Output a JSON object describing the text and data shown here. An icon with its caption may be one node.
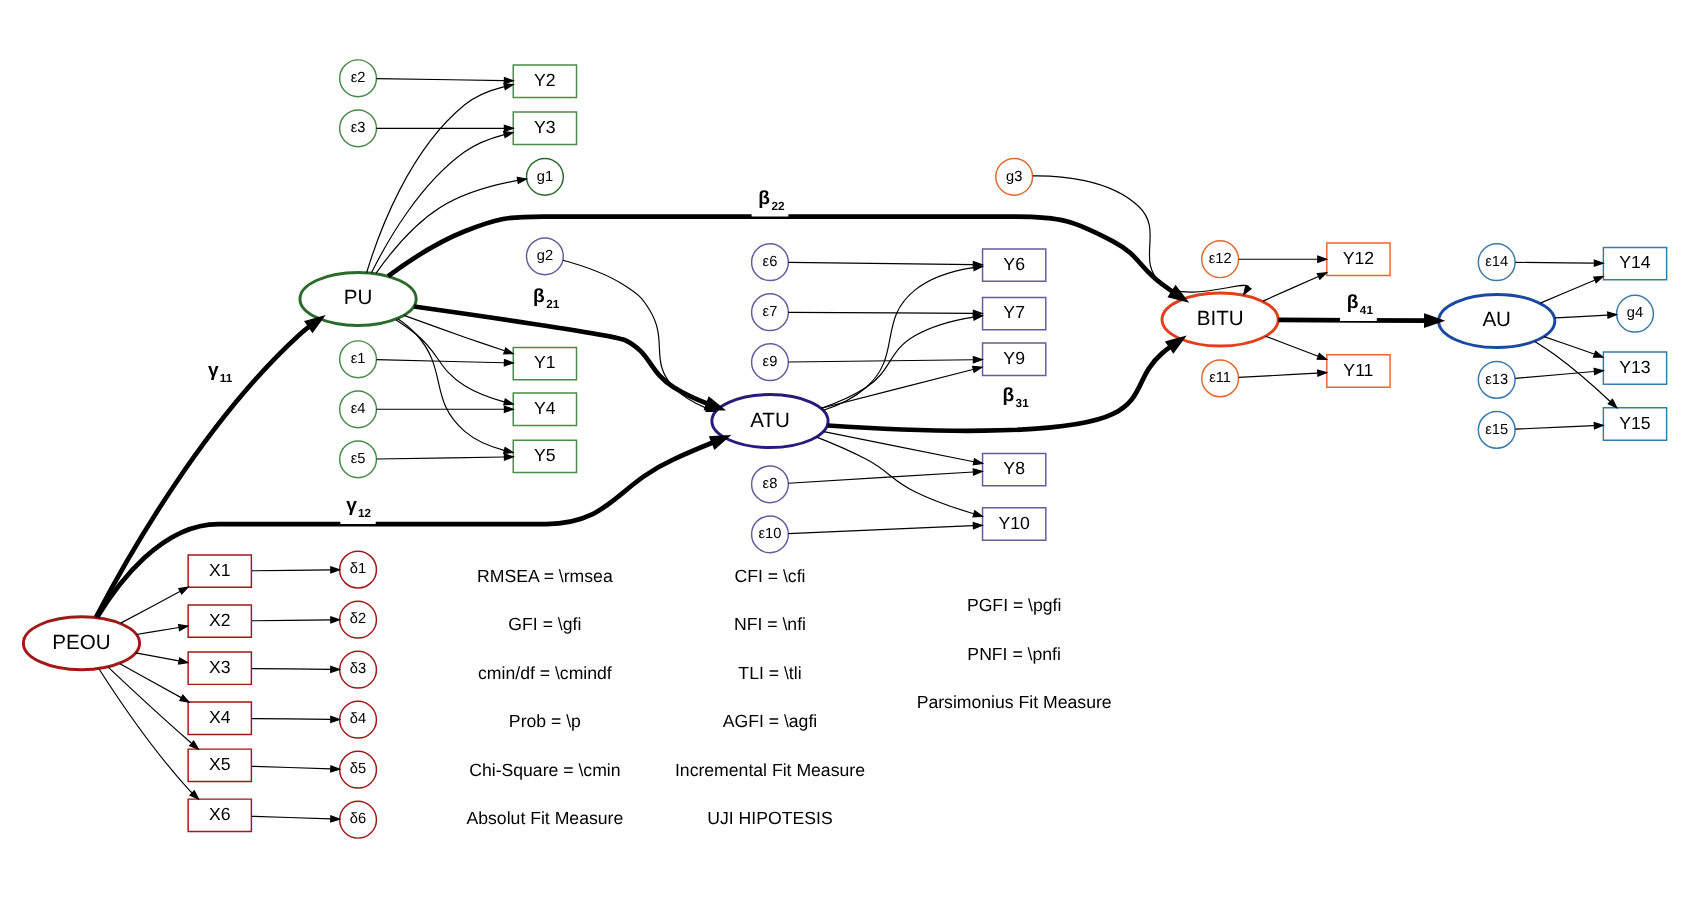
{
  "diagram": {
    "nodes": [
      {
        "text": [
          "ε1"
        ]
      },
      {
        "text": [
          "ε2"
        ]
      },
      {
        "text": [
          "ε3"
        ]
      },
      {
        "text": [
          "ε4"
        ]
      },
      {
        "text": [
          "ε5"
        ]
      },
      {
        "text": [
          "Y1"
        ]
      },
      {
        "text": [
          "Y2"
        ]
      },
      {
        "text": [
          "Y3"
        ]
      },
      {
        "text": [
          "Y4"
        ]
      },
      {
        "text": [
          "Y5"
        ]
      },
      {
        "text": [
          "g1"
        ]
      },
      {
        "text": [
          "PU"
        ]
      },
      {
        "text": [
          "ε11"
        ]
      },
      {
        "text": [
          "ε12"
        ]
      },
      {
        "text": [
          "Y11"
        ]
      },
      {
        "text": [
          "Y12"
        ]
      },
      {
        "text": [
          "g3"
        ]
      },
      {
        "text": [
          "BITU"
        ]
      },
      {
        "text": [
          "δ1"
        ]
      },
      {
        "text": [
          "δ2"
        ]
      },
      {
        "text": [
          "δ3"
        ]
      },
      {
        "text": [
          "δ4"
        ]
      },
      {
        "text": [
          "δ5"
        ]
      },
      {
        "text": [
          "δ6"
        ]
      },
      {
        "text": [
          "X1"
        ]
      },
      {
        "text": [
          "X2"
        ]
      },
      {
        "text": [
          "X3"
        ]
      },
      {
        "text": [
          "X4"
        ]
      },
      {
        "text": [
          "X5"
        ]
      },
      {
        "text": [
          "X6"
        ]
      },
      {
        "text": [
          "PEOU"
        ]
      },
      {
        "text": [
          "ATU"
        ]
      },
      {
        "text": [
          "g2"
        ]
      },
      {
        "text": [
          "Y6"
        ]
      },
      {
        "text": [
          "Y7"
        ]
      },
      {
        "text": [
          "Y8"
        ]
      },
      {
        "text": [
          "Y9"
        ]
      },
      {
        "text": [
          "Y10"
        ]
      },
      {
        "text": [
          "ε6"
        ]
      },
      {
        "text": [
          "ε7"
        ]
      },
      {
        "text": [
          "ε8"
        ]
      },
      {
        "text": [
          "ε9"
        ]
      },
      {
        "text": [
          "ε10"
        ]
      },
      {
        "text": [
          "AU"
        ]
      },
      {
        "text": [
          "g4"
        ]
      },
      {
        "text": [
          "Y13"
        ]
      },
      {
        "text": [
          "Y14"
        ]
      },
      {
        "text": [
          "Y15"
        ]
      },
      {
        "text": [
          "ε13"
        ]
      },
      {
        "text": [
          "ε14"
        ]
      },
      {
        "text": [
          "ε15"
        ]
      }
    ],
    "edges": [
      {
        "from": 0,
        "to": 5,
        "arrow": "to"
      },
      {
        "from": 1,
        "to": 6,
        "arrow": "to"
      },
      {
        "from": 2,
        "to": 7,
        "arrow": "to"
      },
      {
        "from": 3,
        "to": 8,
        "arrow": "to"
      },
      {
        "from": 4,
        "to": 9,
        "arrow": "to"
      },
      {
        "from": 11,
        "to": 5,
        "arrow": "to"
      },
      {
        "from": 11,
        "to": 6,
        "arrow": "to"
      },
      {
        "from": 11,
        "to": 7,
        "arrow": "to"
      },
      {
        "from": 11,
        "to": 8,
        "arrow": "to"
      },
      {
        "from": 11,
        "to": 9,
        "arrow": "to"
      },
      {
        "from": 11,
        "to": 10,
        "arrow": "to"
      },
      {
        "from": 12,
        "to": 14,
        "arrow": "to"
      },
      {
        "from": 13,
        "to": 15,
        "arrow": "to"
      },
      {
        "from": 17,
        "to": 14,
        "arrow": "to"
      },
      {
        "from": 17,
        "to": 15,
        "arrow": "to"
      },
      {
        "from": 16,
        "to": 17,
        "arrow": "to"
      },
      {
        "from": 24,
        "to": 18,
        "arrow": "to"
      },
      {
        "from": 25,
        "to": 19,
        "arrow": "to"
      },
      {
        "from": 26,
        "to": 20,
        "arrow": "to"
      },
      {
        "from": 27,
        "to": 21,
        "arrow": "to"
      },
      {
        "from": 28,
        "to": 22,
        "arrow": "to"
      },
      {
        "from": 29,
        "to": 23,
        "arrow": "to"
      },
      {
        "from": 30,
        "to": 24,
        "arrow": "to"
      },
      {
        "from": 30,
        "to": 25,
        "arrow": "to"
      },
      {
        "from": 30,
        "to": 26,
        "arrow": "to"
      },
      {
        "from": 30,
        "to": 27,
        "arrow": "to"
      },
      {
        "from": 30,
        "to": 28,
        "arrow": "to"
      },
      {
        "from": 30,
        "to": 29,
        "arrow": "to"
      },
      {
        "from": 30,
        "to": 11,
        "arrow": "to",
        "label": "γ$_{11}$",
        "style": "thick"
      },
      {
        "from": 30,
        "to": 31,
        "arrow": "to",
        "label": "γ$_{12}$",
        "style": "thick"
      },
      {
        "from": 11,
        "to": 31,
        "arrow": "to",
        "label": "β$_{21}$",
        "style": "thick"
      },
      {
        "from": 11,
        "to": 17,
        "arrow": "to",
        "label": "β$_{22}$",
        "style": "thick"
      },
      {
        "from": 31,
        "to": 17,
        "arrow": "to",
        "label": "β$_{31}$",
        "style": "thick"
      },
      {
        "from": 17,
        "to": 43,
        "arrow": "to",
        "label": "β$_{41}$",
        "style": "thick"
      },
      {
        "from": 32,
        "to": 31,
        "arrow": "to"
      },
      {
        "from": 31,
        "to": 33,
        "arrow": "to"
      },
      {
        "from": 31,
        "to": 34,
        "arrow": "to"
      },
      {
        "from": 31,
        "to": 35,
        "arrow": "to"
      },
      {
        "from": 31,
        "to": 36,
        "arrow": "to"
      },
      {
        "from": 31,
        "to": 37,
        "arrow": "to"
      },
      {
        "from": 38,
        "to": 33,
        "arrow": "to"
      },
      {
        "from": 39,
        "to": 34,
        "arrow": "to"
      },
      {
        "from": 40,
        "to": 35,
        "arrow": "to"
      },
      {
        "from": 41,
        "to": 36,
        "arrow": "to"
      },
      {
        "from": 42,
        "to": 37,
        "arrow": "to"
      },
      {
        "from": 43,
        "to": 44,
        "arrow": "to"
      },
      {
        "from": 43,
        "to": 45,
        "arrow": "to"
      },
      {
        "from": 43,
        "to": 46,
        "arrow": "to"
      },
      {
        "from": 43,
        "to": 47,
        "arrow": "to"
      },
      {
        "from": 48,
        "to": 45,
        "arrow": "to"
      },
      {
        "from": 49,
        "to": 46,
        "arrow": "to"
      },
      {
        "from": 50,
        "to": 47,
        "arrow": "to"
      }
    ],
    "labels": [
      "UJI HIPOTESIS",
      "Absolut Fit Measure",
      "Incremental Fit Measure",
      "Parsimonius Fit Measure",
      "Chi-Square = \\cmin",
      "AGFI = \\agfi",
      "PNFI = \\pnfi",
      "Prob = \\p",
      "TLI = \\tli",
      "PGFI = \\pgfi",
      "cmin/df = \\cmindf",
      "NFI = \\nfi",
      "GFI = \\gfi",
      "CFI = \\cfi",
      "RMSEA = \\rmsea"
    ]
  }
}
